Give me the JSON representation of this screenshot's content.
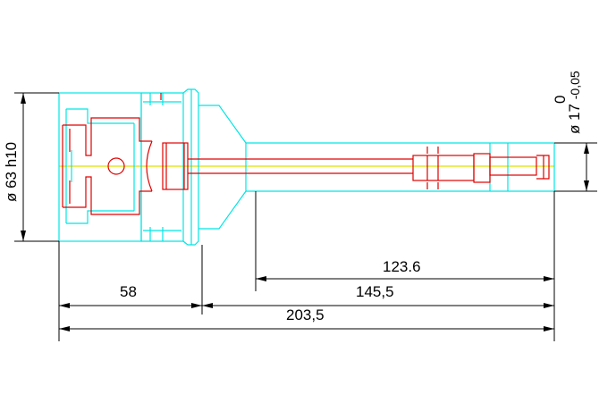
{
  "colors": {
    "outline": "#00e5e5",
    "body": "#e00000",
    "centerline": "#e0e000",
    "dimension": "#000000"
  },
  "dimensions": {
    "flange_diameter": "ø 63 h10",
    "shank_diameter_base": "ø 17",
    "shank_diameter_tol_upper": "0",
    "shank_diameter_tol_lower": "-0,05",
    "length_58": "58",
    "length_123_6": "123.6",
    "length_145_5": "145,5",
    "length_203_5": "203,5"
  }
}
